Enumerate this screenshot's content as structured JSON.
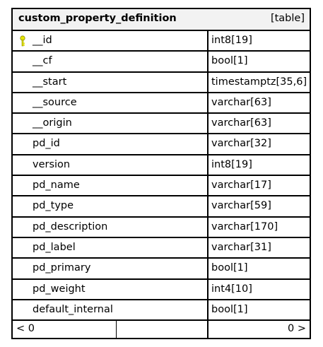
{
  "table": {
    "name": "custom_property_definition",
    "kind": "[table]",
    "columns": [
      {
        "name": "__id",
        "type": "int8[19]",
        "primary_key": true
      },
      {
        "name": "__cf",
        "type": "bool[1]"
      },
      {
        "name": "__start",
        "type": "timestamptz[35,6]"
      },
      {
        "name": "__source",
        "type": "varchar[63]"
      },
      {
        "name": "__origin",
        "type": "varchar[63]"
      },
      {
        "name": "pd_id",
        "type": "varchar[32]"
      },
      {
        "name": "version",
        "type": "int8[19]"
      },
      {
        "name": "pd_name",
        "type": "varchar[17]"
      },
      {
        "name": "pd_type",
        "type": "varchar[59]"
      },
      {
        "name": "pd_description",
        "type": "varchar[170]"
      },
      {
        "name": "pd_label",
        "type": "varchar[31]"
      },
      {
        "name": "pd_primary",
        "type": "bool[1]"
      },
      {
        "name": "pd_weight",
        "type": "int4[10]"
      },
      {
        "name": "default_internal",
        "type": "bool[1]"
      }
    ],
    "footer": {
      "left": "< 0",
      "right": "0 >"
    }
  },
  "colors": {
    "header_bg": "#f2f2f2",
    "key_icon": "#e6e600",
    "border": "#000000"
  },
  "icons": {
    "primary_key": "key-icon"
  }
}
